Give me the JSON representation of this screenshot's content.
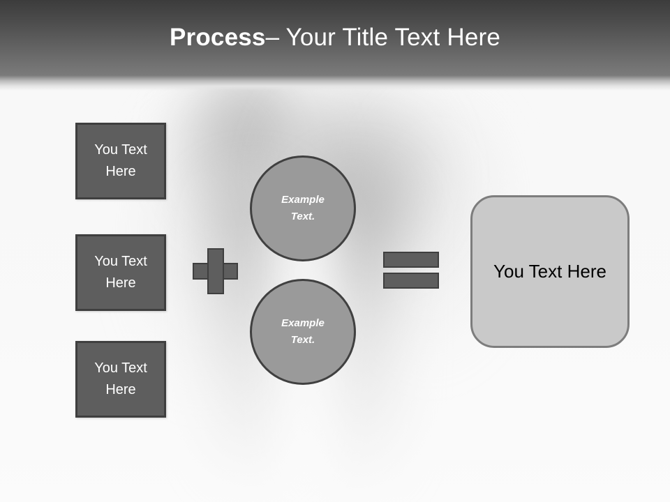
{
  "slide": {
    "title_strong": "Process",
    "title_rest": " – Your Title Text Here",
    "colors": {
      "header_top": "#3c3c3c",
      "header_bottom": "#7a7a7a",
      "box_fill": "#5e5e5e",
      "box_border": "#3f3f3f",
      "circle_fill": "#9a9a9a",
      "circle_border": "#404040",
      "result_fill": "#c9c9c9",
      "result_border": "#7d7d7d",
      "slide_background": "#f8f8f8",
      "title_text": "#ffffff",
      "result_text": "#000000"
    }
  },
  "inputs": {
    "boxes": [
      {
        "label": "You Text\nHere"
      },
      {
        "label": "You Text\nHere"
      },
      {
        "label": "You Text\nHere"
      }
    ]
  },
  "operators": {
    "plus": "+",
    "equals": "="
  },
  "circles": [
    {
      "label": "Example\nText."
    },
    {
      "label": "Example\nText."
    }
  ],
  "result": {
    "label": "You Text Here"
  }
}
